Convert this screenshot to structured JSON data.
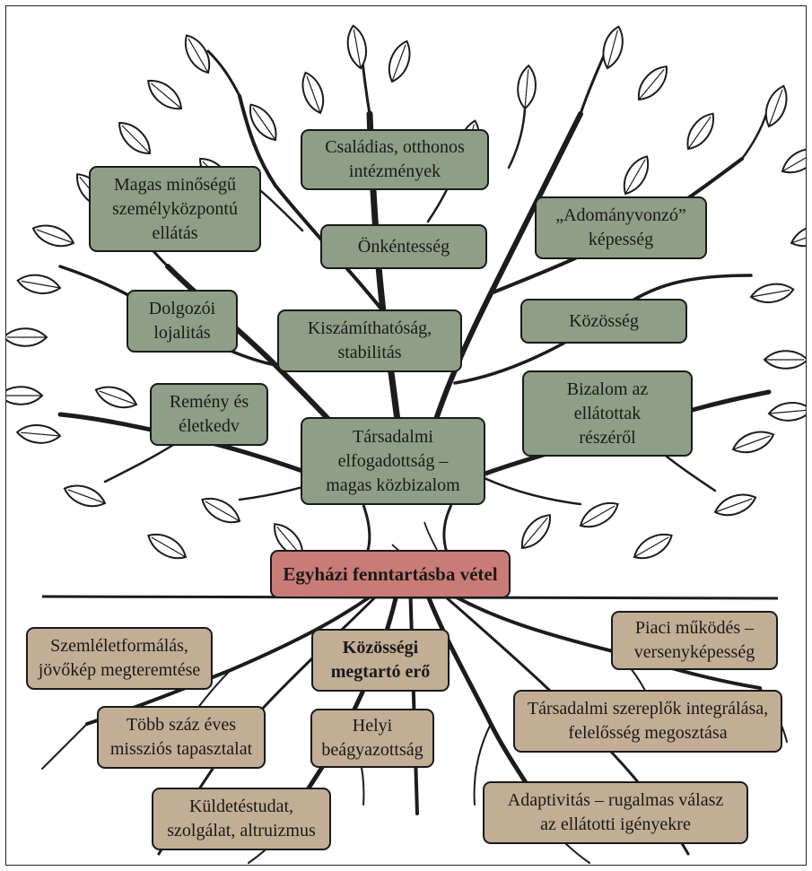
{
  "colors": {
    "canopy_box": "#8f9e86",
    "root_box": "#c2ad95",
    "center_box": "#c97b78",
    "outline": "#1a1a1a"
  },
  "diagram": {
    "center": "Egyházi fenntartásba vétel",
    "canopy": [
      "Családias, otthonos\nintézmények",
      "Magas minőségű\nszemélyközpontú\nellátás",
      "„Adományvonzó”\nképesség",
      "Önkéntesség",
      "Dolgozói\nlojalitás",
      "Kiszámíthatóság,\nstabilitás",
      "Közösség",
      "Remény és\néletkedv",
      "Bizalom az\nellátottak\nrészéről",
      "Társadalmi\nelfogadottság –\nmagas közbizalom"
    ],
    "roots": [
      "Szemléletformálás,\njövőkép megteremtése",
      "Közösségi\nmegtartó erő",
      "Piaci működés –\nversenyképesség",
      "Több száz éves\nmissziós tapasztalat",
      "Helyi\nbeágyazottság",
      "Társadalmi szereplők integrálása,\nfelelősség megosztása",
      "Küldetéstudat,\nszolgálat, altruizmus",
      "Adaptivitás – rugalmas válasz\naz ellátotti igényekre"
    ]
  }
}
